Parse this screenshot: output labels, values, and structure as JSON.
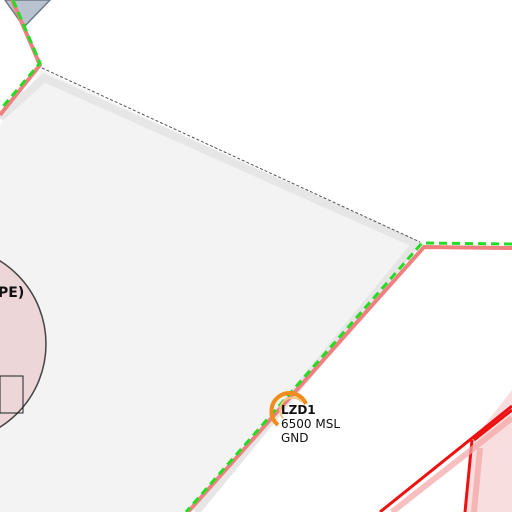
{
  "map": {
    "colors": {
      "background": "#ffffff",
      "zone_fill": "#f3f3f3",
      "zone_edge": "#e6e6e6",
      "restricted_border": "#f08080",
      "restricted_fill": "#f8dede",
      "boundary_dash": "#22dd22",
      "prohibited_red": "#ee1111",
      "circle_fill": "#ecd6d8",
      "marker_orange": "#f28c1a",
      "glacier_fill": "#b9c3cf"
    },
    "partial_zone_label": "PE)",
    "airspace": {
      "name": "LZD1",
      "upper_limit": "6500 MSL",
      "lower_limit": "GND"
    }
  }
}
